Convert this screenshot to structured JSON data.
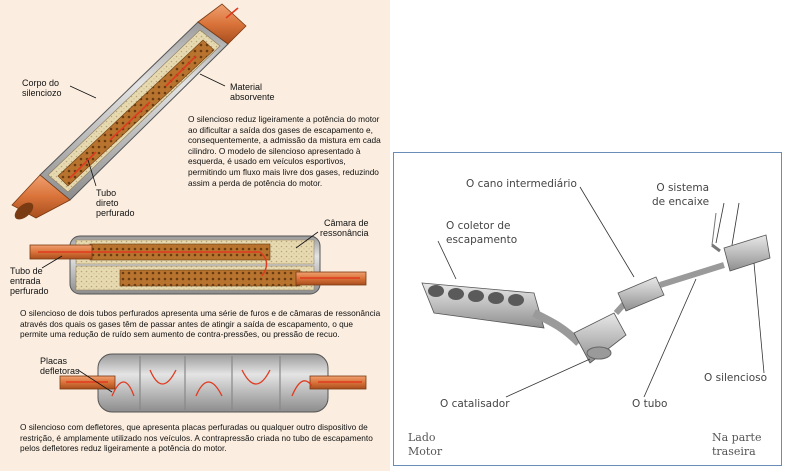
{
  "left_panel": {
    "direct_muffler": {
      "label_body": "Corpo do\nsilenciozo",
      "label_material": "Material\nabsorvente",
      "label_tube": "Tubo\ndireto\nperfurado",
      "description": "O silencioso reduz ligeiramente a potência do motor ao dificultar a saída dos gases de escapamento e, consequentemente, a admissão da mistura em cada cilindro. O modelo de silencioso apresentado à esquerda, é usado em veículos esportivos, permitindo um fluxo mais livre dos gases, reduzindo assim a perda de potência do motor."
    },
    "resonance_muffler": {
      "label_chamber": "Câmara de\nressonância",
      "label_inlet": "Tubo de\nentrada\nperfurado",
      "description": "O silencioso de dois tubos perfurados apresenta uma série de furos e de câmaras de ressonância através dos quais os gases têm de passar antes de atingir a saída de escapamento, o que permite uma redução de ruído sem aumento de contra-pressões, ou pressão de recuo."
    },
    "baffle_muffler": {
      "label_plates": "Placas\ndefletoras",
      "description": "O silencioso com defletores, que apresenta placas perfuradas ou qualquer outro dispositivo de restrição, é amplamente utilizado nos veículos. A contrapressão criada no tubo de escapamento pelos defletores reduz ligeiramente a potência do motor."
    }
  },
  "right_panel": {
    "labels": {
      "intermediate_pipe": "O cano intermediário",
      "fitting_system": "O sistema\nde encaixe",
      "exhaust_manifold": "O coletor de\nescapamento",
      "catalyst": "O catalisador",
      "tube": "O tubo",
      "muffler": "O silencioso",
      "engine_side": "Lado\nMotor",
      "rear_side": "Na  parte\ntraseira"
    }
  },
  "colors": {
    "left_background": "#fbeee0",
    "pipe_orange": "#d9733a",
    "perforated_core": "#b8742e",
    "muffler_gray": "#c9c9c9",
    "panel_border": "#6a8db8"
  }
}
